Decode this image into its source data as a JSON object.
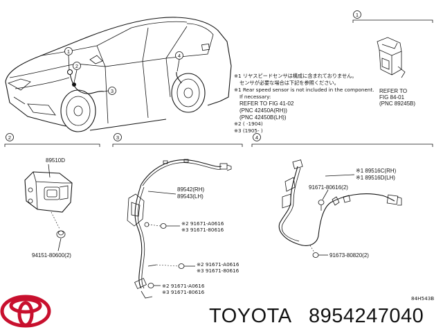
{
  "header": {
    "note_line1": "※1 リヤスピードセンサは構成に含まれておりません。",
    "note_line2": "センサが必要な場合は下記を参照ください。",
    "note_line3": "※1 Rear speed sensor is not included in the component.",
    "note_line4": "If necessary:",
    "note_line5": "REFER TO FIG 41-02",
    "note_line6": "(PNC 42450A(RH))",
    "note_line7": "(PNC 42450B(LH))",
    "note_line8": "※2 (      -1904)",
    "note_line9": "※3 (1905-       )"
  },
  "callouts": {
    "c1": "1",
    "c2": "2",
    "c3": "3",
    "c4": "4"
  },
  "section1": {
    "refer_line1": "REFER TO",
    "refer_line2": "FIG 84-01",
    "refer_line3": "(PNC 89245B)"
  },
  "section2": {
    "part_main": "89510D",
    "part_bolt": "94151-80600(2)"
  },
  "section3": {
    "part_rh": "89542(RH)",
    "part_lh": "89543(LH)",
    "bolt_a1": "※2 91671-A0616",
    "bolt_a2": "※3 91671-80616",
    "bolt_b1": "※2 91671-A0616",
    "bolt_b2": "※3 91671-80616",
    "bolt_c1": "※2 91671-A0616",
    "bolt_c2": "※3 91671-80616"
  },
  "section4": {
    "part_rh": "※1 89516C(RH)",
    "part_lh": "※1 89516D(LH)",
    "bolt_top": "91671-80616(2)",
    "bolt_bottom": "91673-80820(2)"
  },
  "footer": {
    "diagram_code": "84H543B",
    "brand": "TOYOTA",
    "part_number": "8954247040"
  },
  "colors": {
    "logo": "#c8102e",
    "ink": "#111111"
  },
  "icons": {
    "logo": "toyota-logo-icon"
  }
}
